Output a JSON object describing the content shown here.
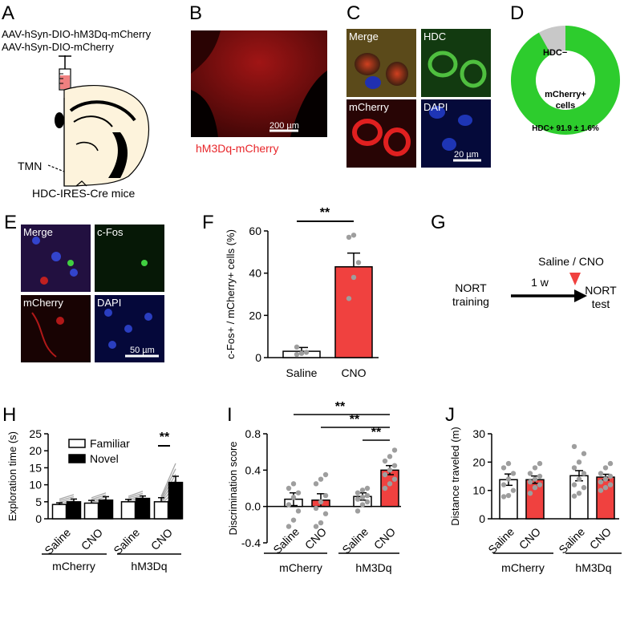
{
  "panels": {
    "A": {
      "letter": "A",
      "virus1": "AAV-hSyn-DIO-hM3Dq-mCherry",
      "virus2": "AAV-hSyn-DIO-mCherry",
      "region": "TMN",
      "mouse": "HDC-IRES-Cre mice"
    },
    "B": {
      "letter": "B",
      "scale": "200 µm",
      "caption": "hM3Dq-mCherry"
    },
    "C": {
      "letter": "C",
      "merge": "Merge",
      "hdc": "HDC",
      "mcherry": "mCherry",
      "dapi": "DAPI",
      "scale": "20 µm"
    },
    "D": {
      "letter": "D",
      "center1": "mCherry+",
      "center2": "cells",
      "neg_label": "HDC−",
      "pos_label": "HDC+ 91.9 ± 1.6%"
    },
    "E": {
      "letter": "E",
      "merge": "Merge",
      "cfos": "c-Fos",
      "mcherry": "mCherry",
      "dapi": "DAPI",
      "scale": "50 µm"
    },
    "F": {
      "letter": "F",
      "sig": "**"
    },
    "G": {
      "letter": "G",
      "training1": "NORT",
      "training2": "training",
      "interval": "1 w",
      "injection": "Saline / CNO",
      "test1": "NORT",
      "test2": "test"
    },
    "H": {
      "letter": "H",
      "sig": "**",
      "group1": "mCherry",
      "group2": "hM3Dq"
    },
    "I": {
      "letter": "I",
      "sig1": "**",
      "sig2": "**",
      "sig3": "**",
      "group1": "mCherry",
      "group2": "hM3Dq"
    },
    "J": {
      "letter": "J",
      "group1": "mCherry",
      "group2": "hM3Dq"
    }
  },
  "colors": {
    "cno": "#f0413f",
    "saline": "#ffffff",
    "points": "#9e9e9e",
    "hdc_pos": "#2dcc2d",
    "hdc_neg": "#c8c8c8",
    "mcherry_text": "#e8262a"
  },
  "chart_data": [
    {
      "panel": "D",
      "type": "pie",
      "categories": [
        "HDC+",
        "HDC−"
      ],
      "values": [
        91.9,
        8.1
      ]
    },
    {
      "panel": "F",
      "type": "bar",
      "categories": [
        "Saline",
        "CNO"
      ],
      "values": [
        3,
        43
      ],
      "sem": [
        1.8,
        6.5
      ],
      "points": [
        [
          1.5,
          2,
          2.5,
          5
        ],
        [
          28,
          38,
          45,
          57,
          58
        ]
      ],
      "ylabel": "c-Fos+ / mCherry+ cells (%)",
      "ylim": [
        0,
        60
      ],
      "yticks": [
        "0",
        "20",
        "40",
        "60"
      ]
    },
    {
      "panel": "H",
      "type": "bar",
      "categories": [
        "Saline",
        "CNO",
        "Saline",
        "CNO"
      ],
      "series": [
        {
          "name": "Familiar",
          "values": [
            4.2,
            4.6,
            5.0,
            5.0
          ],
          "sem": [
            0.5,
            0.8,
            0.7,
            1.2
          ]
        },
        {
          "name": "Novel",
          "values": [
            5.0,
            5.5,
            6.0,
            10.7
          ],
          "sem": [
            0.8,
            1.0,
            0.7,
            1.8
          ]
        }
      ],
      "ylabel": "Exploration time (s)",
      "ylim": [
        0,
        25
      ],
      "yticks": [
        "0",
        "5",
        "10",
        "15",
        "20",
        "25"
      ]
    },
    {
      "panel": "I",
      "type": "bar",
      "categories": [
        "Saline",
        "CNO",
        "Saline",
        "CNO"
      ],
      "values": [
        0.08,
        0.07,
        0.11,
        0.4
      ],
      "sem": [
        0.07,
        0.07,
        0.04,
        0.05
      ],
      "points": [
        [
          -0.22,
          -0.15,
          -0.05,
          0.02,
          0.1,
          0.15,
          0.2,
          0.25
        ],
        [
          -0.22,
          -0.18,
          -0.08,
          -0.02,
          0.05,
          0.12,
          0.25,
          0.3,
          0.35
        ],
        [
          -0.05,
          0.02,
          0.05,
          0.08,
          0.1,
          0.12,
          0.15,
          0.18,
          0.2
        ],
        [
          0.2,
          0.25,
          0.3,
          0.35,
          0.4,
          0.45,
          0.5,
          0.55,
          0.62
        ]
      ],
      "ylabel": "Discrimination score",
      "ylim": [
        -0.4,
        0.8
      ],
      "yticks": [
        "-0.4",
        "0.0",
        "0.4",
        "0.8"
      ]
    },
    {
      "panel": "J",
      "type": "bar",
      "categories": [
        "Saline",
        "CNO",
        "Saline",
        "CNO"
      ],
      "values": [
        13.8,
        13.8,
        15.2,
        14.7
      ],
      "sem": [
        2.0,
        1.3,
        1.8,
        1.0
      ],
      "points": [
        [
          7.8,
          8.2,
          10,
          12,
          14,
          16,
          18,
          19.5
        ],
        [
          9,
          11,
          12,
          13,
          14,
          15,
          16,
          18,
          19.5
        ],
        [
          8,
          9,
          11,
          12,
          14,
          16,
          18,
          20,
          23,
          25.5
        ],
        [
          10,
          11,
          12,
          13,
          14,
          15,
          16,
          18,
          19.5
        ]
      ],
      "ylabel": "Distance traveled (m)",
      "ylim": [
        0,
        30
      ],
      "yticks": [
        "0",
        "10",
        "20",
        "30"
      ]
    }
  ]
}
